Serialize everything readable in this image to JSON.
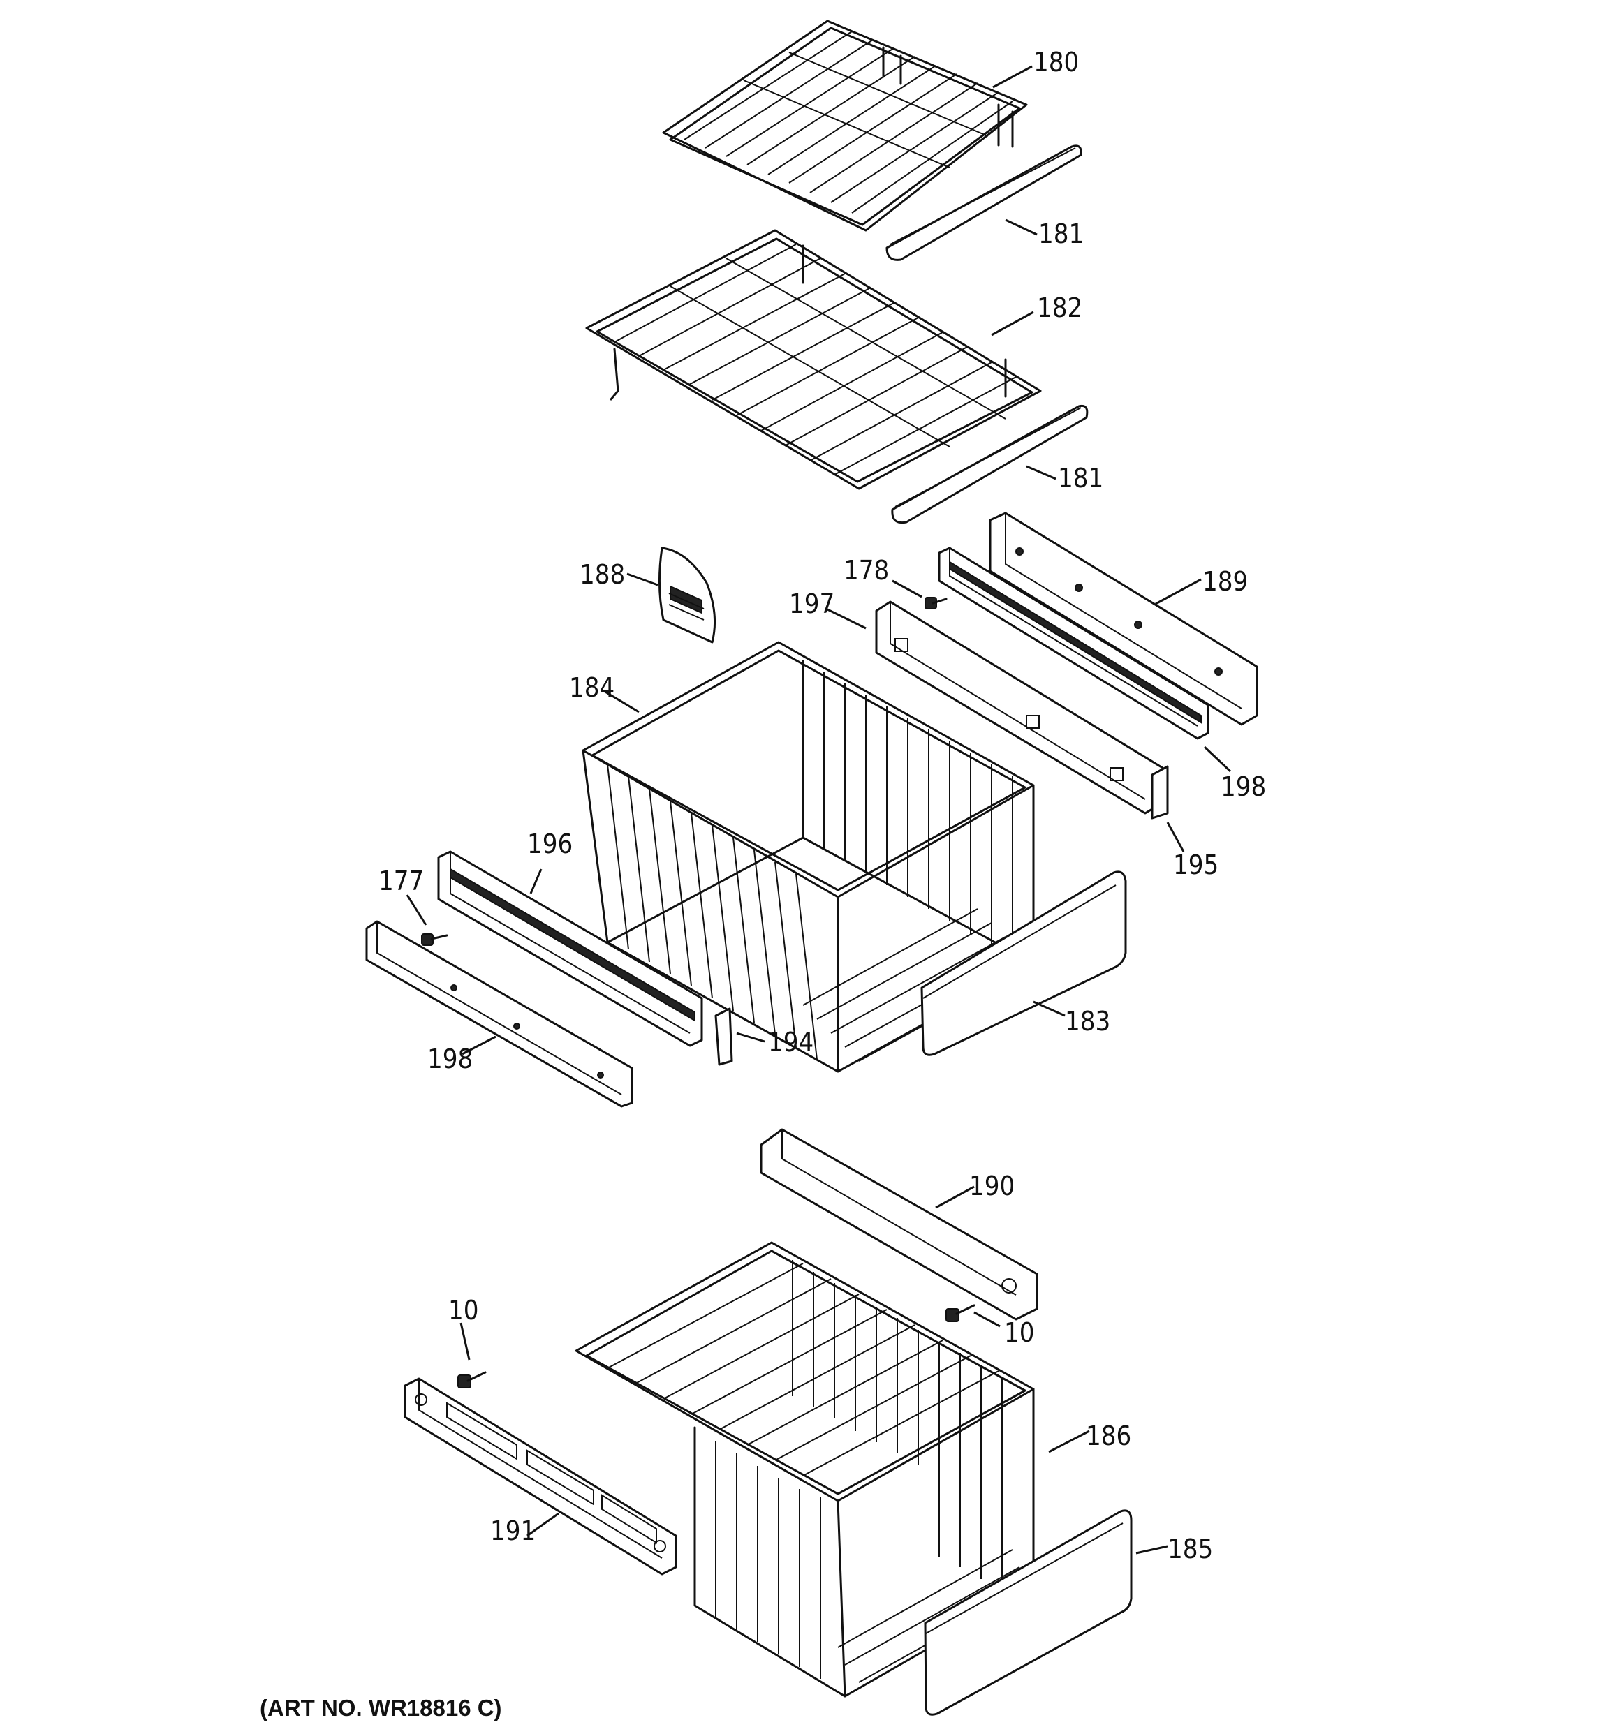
{
  "art_number": "(ART NO. WR18816 C)",
  "callouts": {
    "c180": "180",
    "c181a": "181",
    "c182": "182",
    "c181b": "181",
    "c188": "188",
    "c178": "178",
    "c189": "189",
    "c197": "197",
    "c184": "184",
    "c198a": "198",
    "c195": "195",
    "c196": "196",
    "c177": "177",
    "c183": "183",
    "c194": "194",
    "c198b": "198",
    "c190": "190",
    "c10a": "10",
    "c10b": "10",
    "c186": "186",
    "c185": "185",
    "c191": "191"
  }
}
